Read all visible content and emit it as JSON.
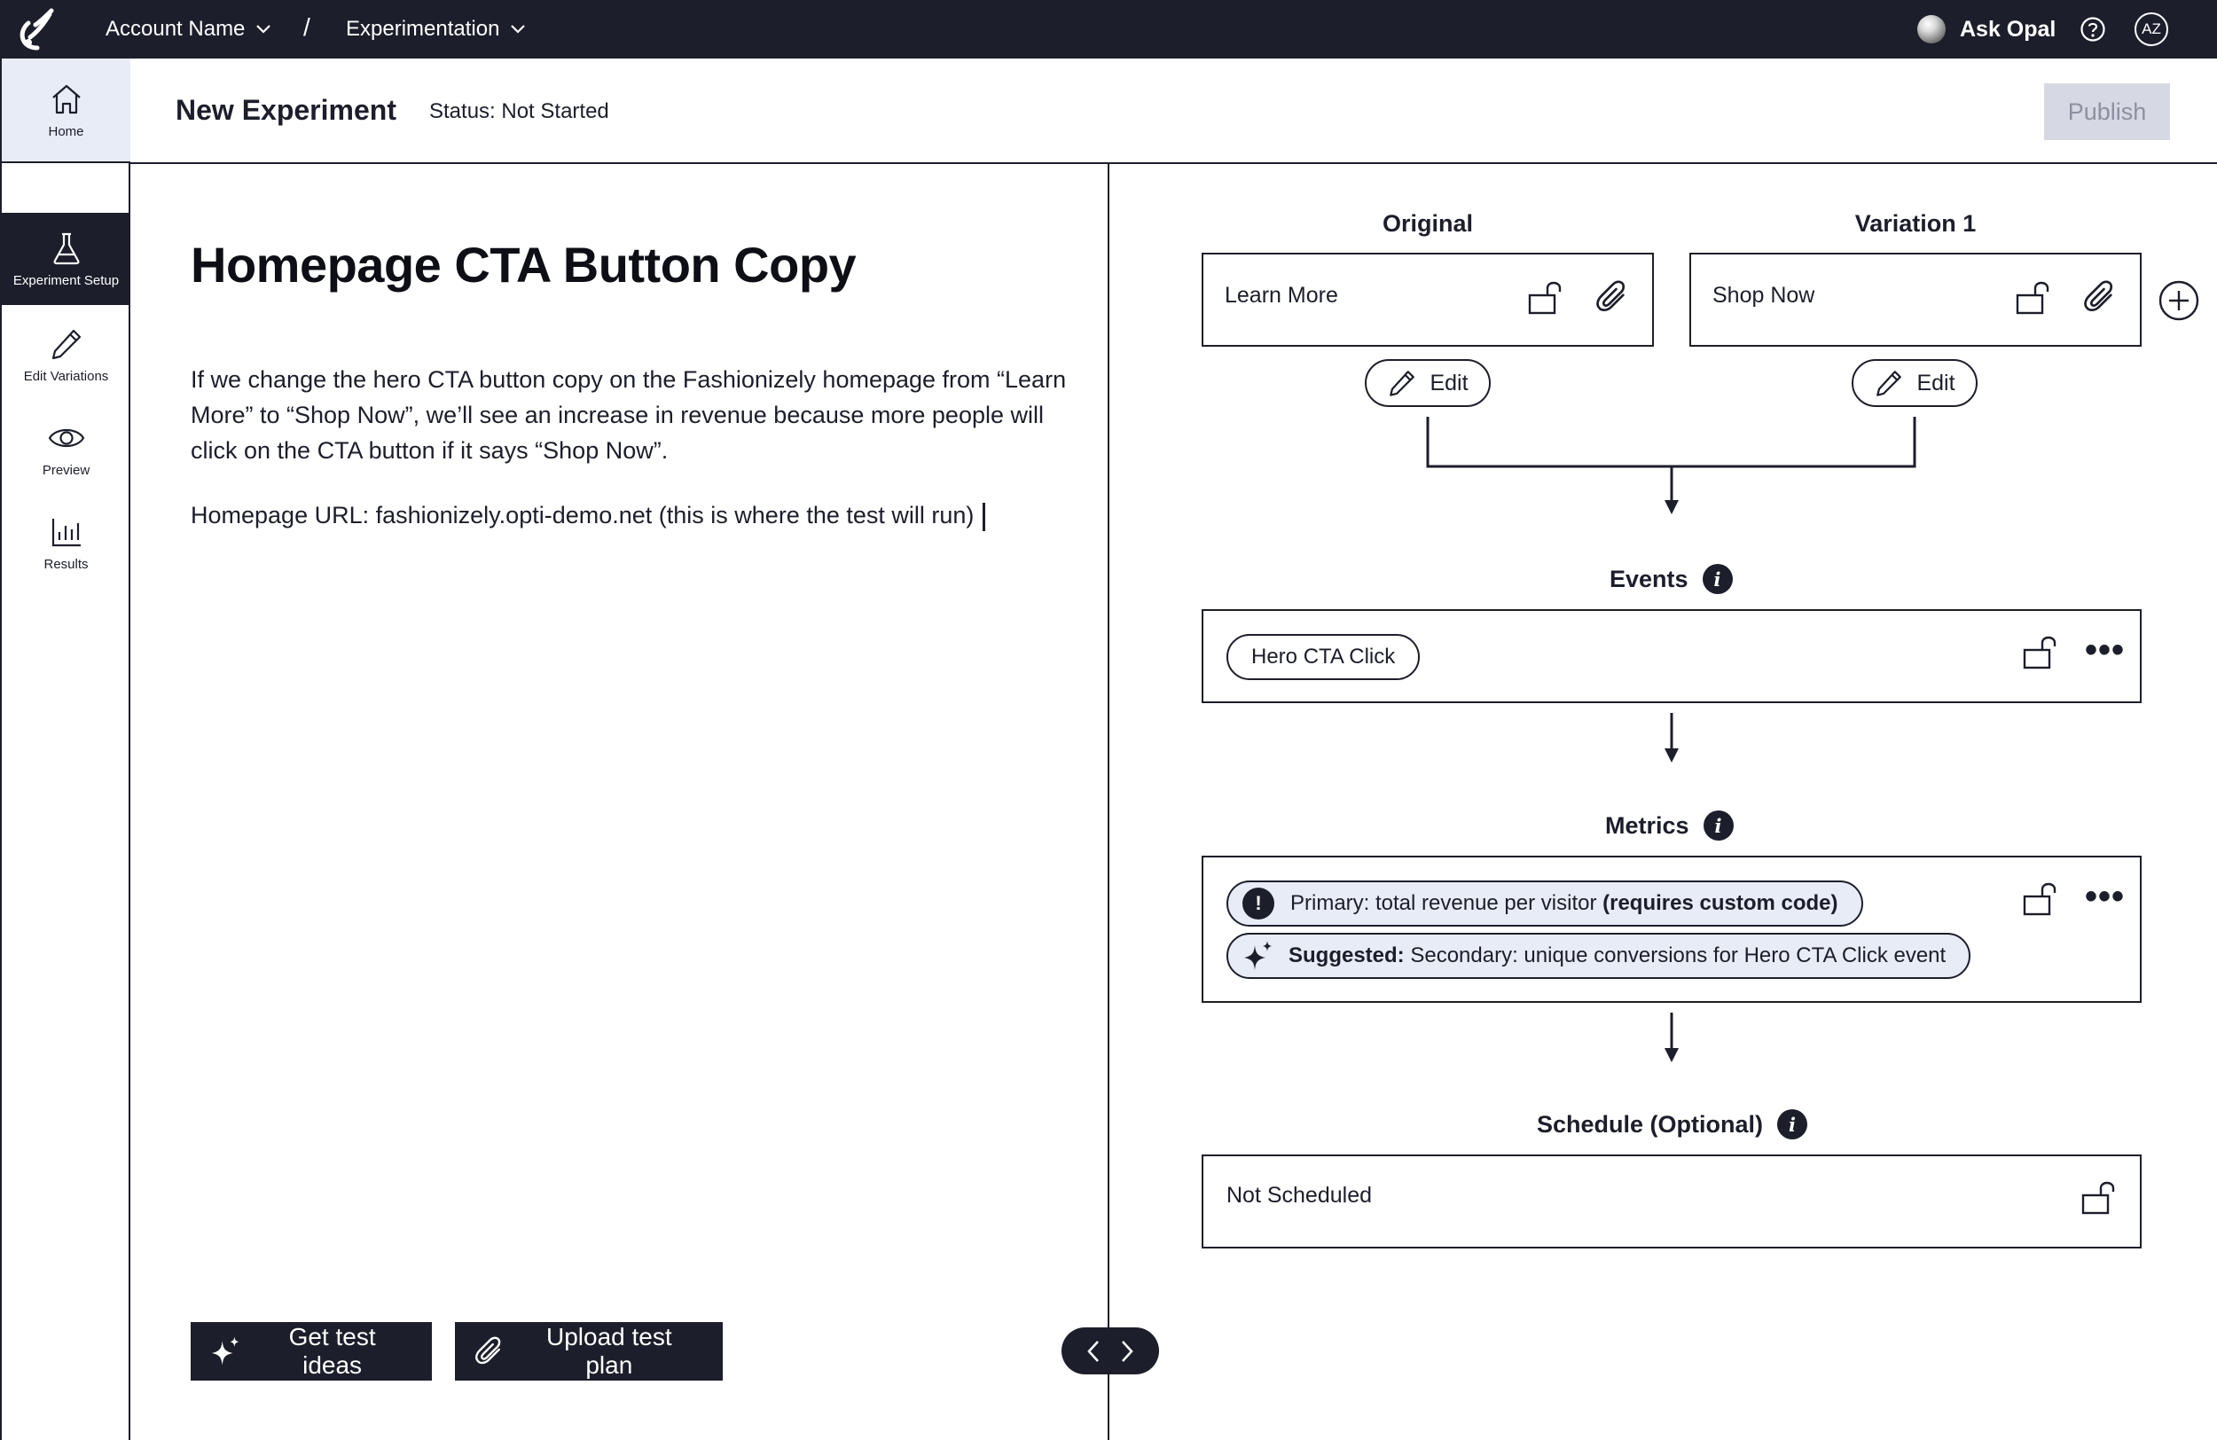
{
  "topbar": {
    "account_name": "Account Name",
    "separator": "/",
    "product": "Experimentation",
    "ask_opal": "Ask Opal",
    "avatar_initials": "AZ"
  },
  "nav": {
    "home": "Home",
    "setup": "Experiment Setup",
    "edit": "Edit Variations",
    "preview": "Preview",
    "results": "Results"
  },
  "header": {
    "title": "New Experiment",
    "status": "Status: Not Started",
    "publish": "Publish"
  },
  "experiment": {
    "title": "Homepage CTA Button Copy",
    "hypothesis": "If we change the hero CTA button copy on the Fashionizely homepage from “Learn More” to “Shop Now”, we’ll see an increase in revenue because more people will click on the CTA button if it says “Shop Now”.",
    "url_line": "Homepage URL: fashionizely.opti-demo.net (this is where the test will run)"
  },
  "actions": {
    "ideas": "Get test ideas",
    "upload": "Upload test plan"
  },
  "variations": {
    "original_title": "Original",
    "original_text": "Learn More",
    "variation_title": "Variation 1",
    "variation_text": "Shop Now",
    "edit": "Edit"
  },
  "events": {
    "title": "Events",
    "chip": "Hero CTA Click"
  },
  "metrics": {
    "title": "Metrics",
    "primary": "Primary: total revenue per visitor ",
    "primary_bold": "(requires custom code)",
    "suggested_bold": "Suggested:",
    "suggested": " Secondary: unique conversions for Hero CTA Click event"
  },
  "schedule": {
    "title": "Schedule (Optional)",
    "value": "Not Scheduled"
  },
  "colors": {
    "dark": "#1c1e2b",
    "chip_bg": "#e8ecf6",
    "publish_disabled_bg": "#d6d9e3"
  }
}
